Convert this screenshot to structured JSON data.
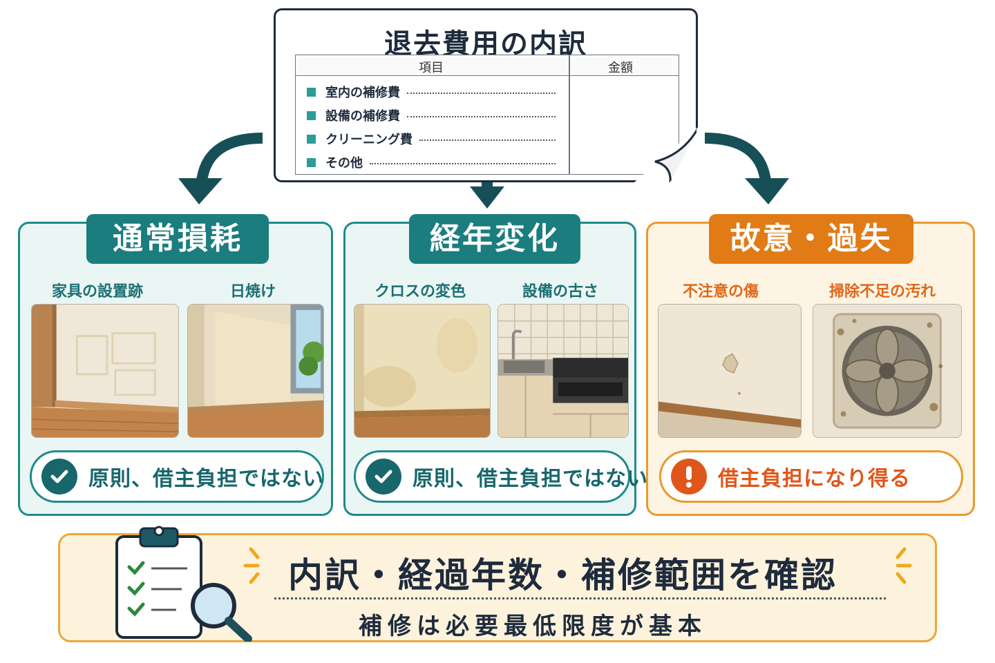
{
  "document": {
    "title": "退去費用の内訳",
    "col_item": "項目",
    "col_amount": "金額",
    "rows": [
      "室内の補修費",
      "設備の補修費",
      "クリーニング費",
      "その他"
    ]
  },
  "categories": [
    {
      "title": "通常損耗",
      "examples": [
        "家具の設置跡",
        "日焼け"
      ],
      "verdict": "原則、借主負担ではない",
      "verdict_icon": "check-icon",
      "color": "#1b7d7e"
    },
    {
      "title": "経年変化",
      "examples": [
        "クロスの変色",
        "設備の古さ"
      ],
      "verdict": "原則、借主負担ではない",
      "verdict_icon": "check-icon",
      "color": "#1b7d7e"
    },
    {
      "title": "故意・過失",
      "examples": [
        "不注意の傷",
        "掃除不足の汚れ"
      ],
      "verdict": "借主負担になり得る",
      "verdict_icon": "exclamation-icon",
      "color": "#e07b16"
    }
  ],
  "summary": {
    "main": "内訳・経過年数・補修範囲を確認",
    "sub": "補修は必要最低限度が基本",
    "icon": "clipboard-magnifier-icon"
  }
}
